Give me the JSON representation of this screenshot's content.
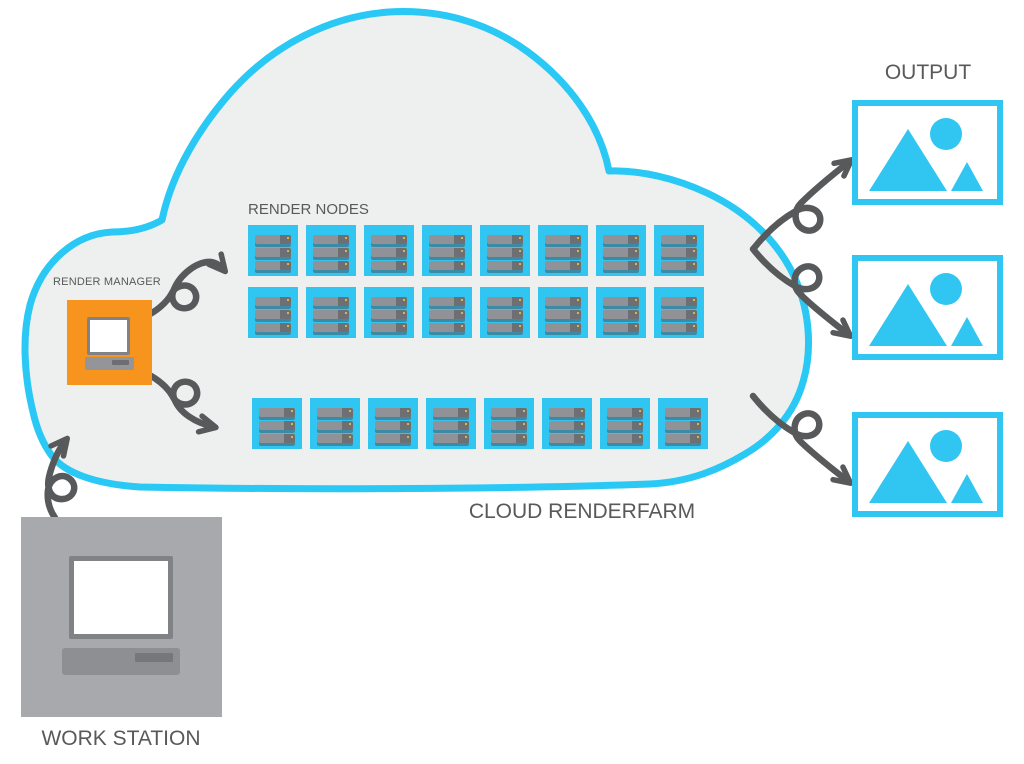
{
  "colors": {
    "cyan": "#31C6F2",
    "cloud_fill": "#EEEFEF",
    "cloud_outline": "#29C8F5",
    "orange": "#F7941E",
    "text_dark_gray": "#58595B",
    "arrow_gray": "#58595B",
    "workstation_gray": "#A7A9AC",
    "server_gray": "#909297",
    "led_yellow": "#F7D02E",
    "white": "#FFFFFF"
  },
  "cloud": {
    "label": "CLOUD RENDERFARM"
  },
  "render_manager": {
    "label": "RENDER MANAGER",
    "icon": "computer-icon"
  },
  "render_nodes": {
    "label": "RENDER NODES",
    "rows": [
      8,
      8,
      8
    ],
    "total": 24,
    "bars_per_node": 3,
    "icon": "server-rack-icon"
  },
  "workstation": {
    "label": "WORK STATION",
    "icon": "computer-icon"
  },
  "output": {
    "label": "OUTPUT",
    "count": 3,
    "icon": "image-icon"
  },
  "icons": {
    "cloud-shape": "cloud outline",
    "computer-icon": "desktop computer with monitor and keyboard",
    "server-rack-icon": "stack of three server units with status LEDs",
    "image-icon": "picture frame with two mountains and a sun",
    "curl-arrow-icon": "hand-drawn looping curl arrow"
  },
  "arrows": [
    {
      "name": "workstation-to-cloud",
      "from": "WORK STATION",
      "to": "CLOUD RENDERFARM"
    },
    {
      "name": "manager-to-nodes-top",
      "from": "RENDER MANAGER",
      "to": "RENDER NODES"
    },
    {
      "name": "manager-to-nodes-bottom",
      "from": "RENDER MANAGER",
      "to": "RENDER NODES"
    },
    {
      "name": "cloud-to-output-1",
      "from": "CLOUD RENDERFARM",
      "to": "OUTPUT"
    },
    {
      "name": "cloud-to-output-2",
      "from": "CLOUD RENDERFARM",
      "to": "OUTPUT"
    },
    {
      "name": "cloud-to-output-3",
      "from": "CLOUD RENDERFARM",
      "to": "OUTPUT"
    }
  ]
}
